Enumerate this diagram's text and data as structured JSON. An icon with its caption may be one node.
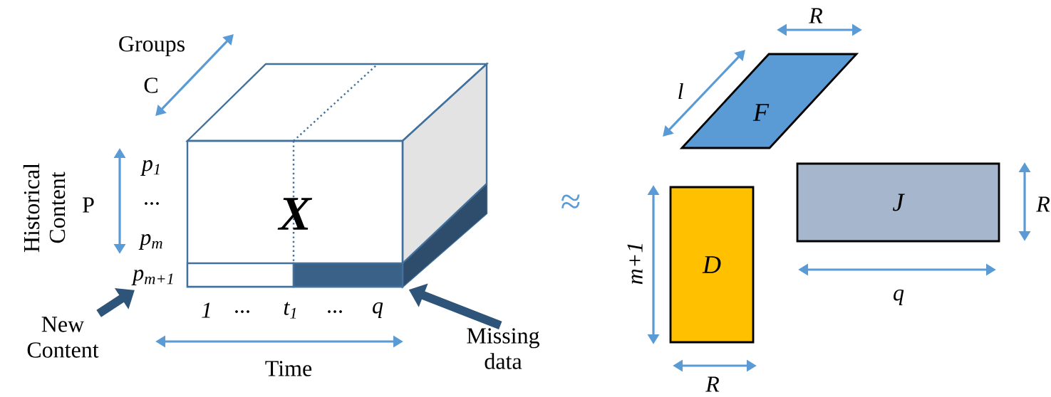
{
  "diagram": {
    "nodes": [
      {
        "text": [
          "X"
        ]
      },
      {
        "text": [],
        "shape": "bar",
        "in": 0
      },
      {
        "text": [],
        "shape": "bar",
        "in": 0
      },
      {
        "text": [
          "New Content"
        ]
      },
      {
        "text": [
          "Missing data"
        ]
      },
      {
        "text": [
          "F"
        ]
      },
      {
        "text": [
          "D"
        ]
      },
      {
        "text": [
          "J"
        ]
      },
      {
        "text": [
          "p$_{m+1}$"
        ]
      }
    ],
    "edges": [
      {
        "from": 3,
        "to": 8,
        "arrow": "to"
      },
      {
        "from": 4,
        "to": 2,
        "arrow": "to"
      }
    ],
    "labels": [
      "Groups",
      "C",
      "Historical Content",
      "P",
      "p$_{1}$",
      "...",
      "p$_{m}$",
      "1",
      "...",
      "t$_{1}$",
      "...",
      "q",
      "Time",
      "≈",
      "R",
      "l",
      "R",
      "m+1",
      "R",
      "q"
    ]
  }
}
